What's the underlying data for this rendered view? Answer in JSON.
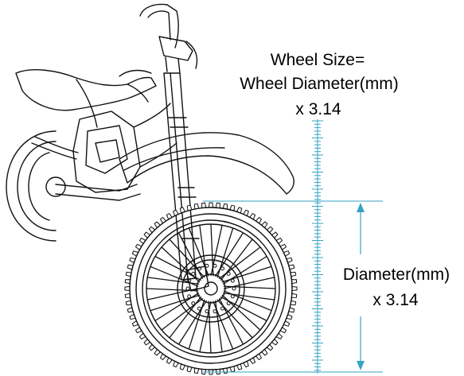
{
  "formula": {
    "line1": "Wheel Size=",
    "line2": "Wheel Diameter(mm)",
    "line3": "x 3.14"
  },
  "measurement": {
    "line1": "Diameter(mm)",
    "line2": "x 3.14"
  },
  "colors": {
    "ruler": "#35a3c4",
    "line_art": "#111111"
  }
}
